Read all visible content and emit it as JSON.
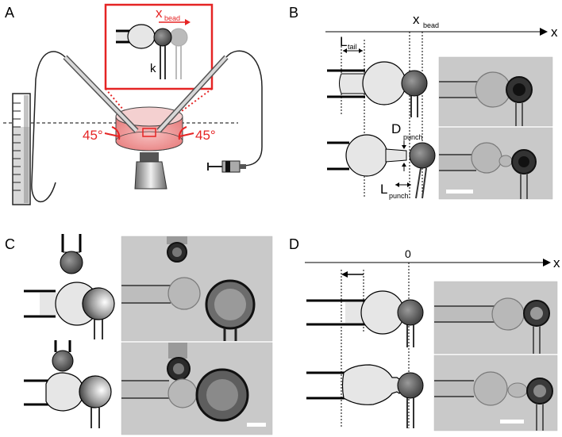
{
  "panels": {
    "A": {
      "label": "A",
      "inset_x": "x",
      "inset_x_sub": "bead",
      "inset_k": "k",
      "angle_left": "45°",
      "angle_right": "45°"
    },
    "B": {
      "label": "B",
      "axis_x": "x",
      "xbead": "x",
      "xbead_sub": "bead",
      "ltail": "L",
      "ltail_sub": "tail",
      "dpunch": "D",
      "dpunch_sub": "punch",
      "lpunch": "L",
      "lpunch_sub": "punch"
    },
    "C": {
      "label": "C"
    },
    "D": {
      "label": "D",
      "axis_x": "x",
      "zero": "0"
    }
  },
  "colors": {
    "highlight": "#e52424",
    "cell": "#e6e6e6",
    "bead": "#6f6f6f",
    "micrograph": "#c9c9c9"
  }
}
